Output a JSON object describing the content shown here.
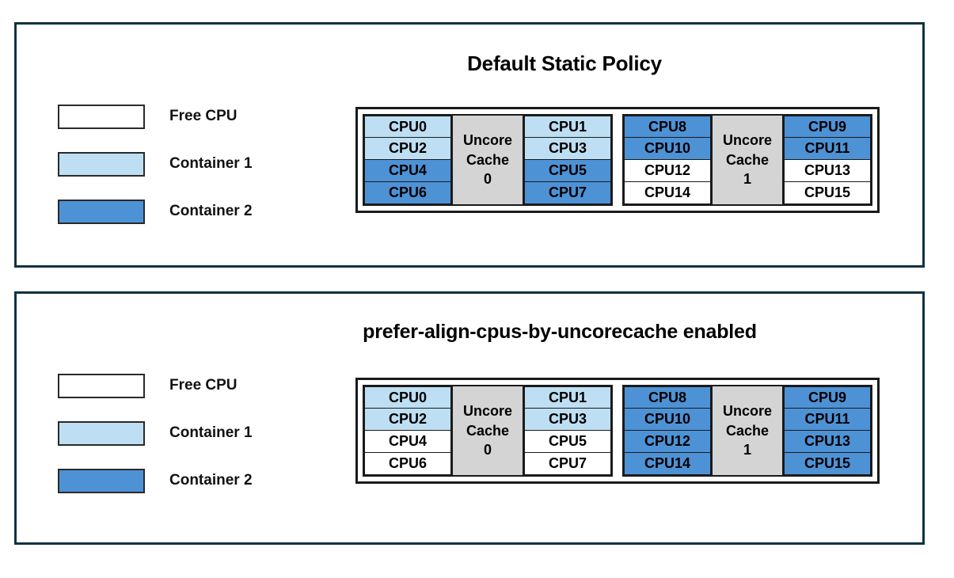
{
  "colors": {
    "panel_border": "#11323f",
    "free_cpu": "#ffffff",
    "container1": "#bedff3",
    "container2": "#4e92d6",
    "cache_block": "#d4d4d4",
    "cell_border": "#1a1a1a"
  },
  "legend_items": [
    {
      "label": "Free CPU",
      "fill": "free"
    },
    {
      "label": "Container 1",
      "fill": "c1"
    },
    {
      "label": "Container 2",
      "fill": "c2"
    }
  ],
  "panels": [
    {
      "id": "default-static-policy",
      "title": "Default Static Policy",
      "legend": [
        {
          "label": "Free CPU",
          "fill": "free"
        },
        {
          "label": "Container 1",
          "fill": "c1"
        },
        {
          "label": "Container 2",
          "fill": "c2"
        }
      ],
      "cache_groups": [
        {
          "cache_label_line1": "Uncore",
          "cache_label_line2": "Cache",
          "cache_index": "0",
          "left_column": [
            {
              "label": "CPU0",
              "fill": "c1"
            },
            {
              "label": "CPU2",
              "fill": "c1"
            },
            {
              "label": "CPU4",
              "fill": "c2"
            },
            {
              "label": "CPU6",
              "fill": "c2"
            }
          ],
          "right_column": [
            {
              "label": "CPU1",
              "fill": "c1"
            },
            {
              "label": "CPU3",
              "fill": "c1"
            },
            {
              "label": "CPU5",
              "fill": "c2"
            },
            {
              "label": "CPU7",
              "fill": "c2"
            }
          ]
        },
        {
          "cache_label_line1": "Uncore",
          "cache_label_line2": "Cache",
          "cache_index": "1",
          "left_column": [
            {
              "label": "CPU8",
              "fill": "c2"
            },
            {
              "label": "CPU10",
              "fill": "c2"
            },
            {
              "label": "CPU12",
              "fill": "free"
            },
            {
              "label": "CPU14",
              "fill": "free"
            }
          ],
          "right_column": [
            {
              "label": "CPU9",
              "fill": "c2"
            },
            {
              "label": "CPU11",
              "fill": "c2"
            },
            {
              "label": "CPU13",
              "fill": "free"
            },
            {
              "label": "CPU15",
              "fill": "free"
            }
          ]
        }
      ]
    },
    {
      "id": "prefer-align-cpus-by-uncorecache",
      "title": "prefer-align-cpus-by-uncorecache enabled",
      "legend": [
        {
          "label": "Free CPU",
          "fill": "free"
        },
        {
          "label": "Container 1",
          "fill": "c1"
        },
        {
          "label": "Container 2",
          "fill": "c2"
        }
      ],
      "cache_groups": [
        {
          "cache_label_line1": "Uncore",
          "cache_label_line2": "Cache",
          "cache_index": "0",
          "left_column": [
            {
              "label": "CPU0",
              "fill": "c1"
            },
            {
              "label": "CPU2",
              "fill": "c1"
            },
            {
              "label": "CPU4",
              "fill": "free"
            },
            {
              "label": "CPU6",
              "fill": "free"
            }
          ],
          "right_column": [
            {
              "label": "CPU1",
              "fill": "c1"
            },
            {
              "label": "CPU3",
              "fill": "c1"
            },
            {
              "label": "CPU5",
              "fill": "free"
            },
            {
              "label": "CPU7",
              "fill": "free"
            }
          ]
        },
        {
          "cache_label_line1": "Uncore",
          "cache_label_line2": "Cache",
          "cache_index": "1",
          "left_column": [
            {
              "label": "CPU8",
              "fill": "c2"
            },
            {
              "label": "CPU10",
              "fill": "c2"
            },
            {
              "label": "CPU12",
              "fill": "c2"
            },
            {
              "label": "CPU14",
              "fill": "c2"
            }
          ],
          "right_column": [
            {
              "label": "CPU9",
              "fill": "c2"
            },
            {
              "label": "CPU11",
              "fill": "c2"
            },
            {
              "label": "CPU13",
              "fill": "c2"
            },
            {
              "label": "CPU15",
              "fill": "c2"
            }
          ]
        }
      ]
    }
  ]
}
